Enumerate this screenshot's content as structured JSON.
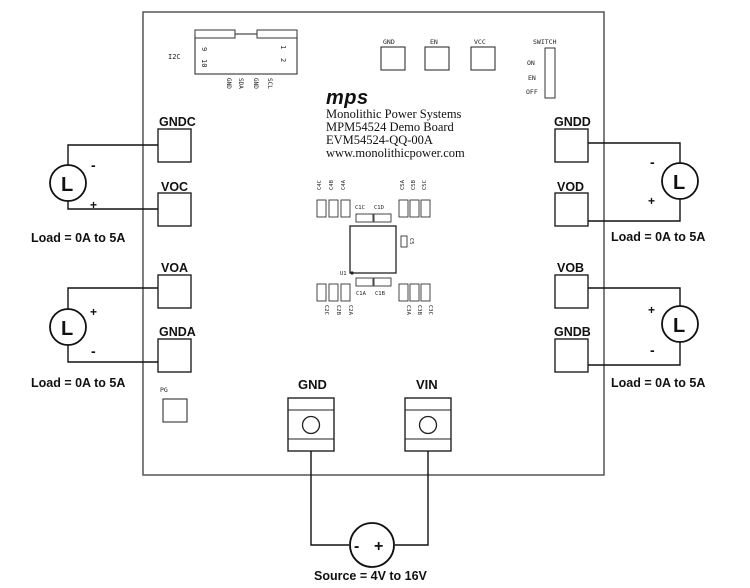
{
  "board": {
    "brand_logo": "mps",
    "company": "Monolithic Power Systems",
    "board_name": "MPM54524 Demo Board",
    "part_number": "EVM54524-QQ-00A",
    "website": "www.monolithicpower.com"
  },
  "header": {
    "i2c": "I2C",
    "pins_left": [
      "9",
      "10"
    ],
    "pins_right": [
      "1",
      "2"
    ],
    "pin_names": [
      "GND",
      "SDA",
      "GND",
      "SCL"
    ],
    "gnd_label": "GND",
    "en_label": "EN",
    "vcc_label": "VCC",
    "switch_label": "SWITCH",
    "switch_positions": [
      "ON",
      "EN",
      "OFF"
    ]
  },
  "pads": {
    "gndc": "GNDC",
    "voc": "VOC",
    "voa": "VOA",
    "gnda": "GNDA",
    "gndd": "GNDD",
    "vod": "VOD",
    "vob": "VOB",
    "gndb": "GNDB",
    "pg": "PG",
    "gnd_terminal": "GND",
    "vin_terminal": "VIN"
  },
  "components": {
    "top_left": [
      "C4C",
      "C4B",
      "C4A"
    ],
    "top_right": [
      "C5A",
      "C5B",
      "C5C"
    ],
    "top_mid": [
      "C1C",
      "C1D"
    ],
    "bottom_left": [
      "C2C",
      "C2B",
      "C2A"
    ],
    "bottom_right": [
      "C3A",
      "C3B",
      "C3C"
    ],
    "bottom_mid": [
      "C1A",
      "C1B"
    ],
    "u1": "U1",
    "c5": "C5"
  },
  "loads": {
    "symbol": "L",
    "label": "Load = 0A to 5A",
    "plus": "+",
    "minus": "-"
  },
  "source": {
    "label": "Source = 4V to 16V",
    "minus": "-",
    "plus": "+"
  }
}
